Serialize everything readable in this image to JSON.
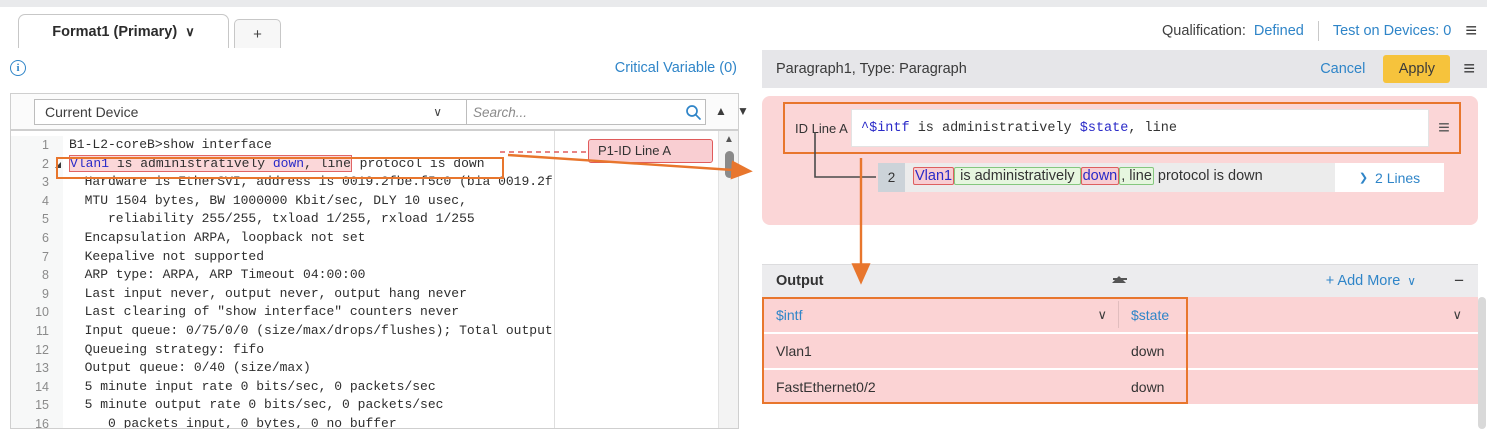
{
  "topbar": {
    "tabs": [
      {
        "label": "Format1 (Primary)"
      },
      {
        "label": "+"
      }
    ],
    "qualification_label": "Qualification:",
    "qualification_value": "Defined",
    "test_on_devices": "Test on Devices: 0"
  },
  "left": {
    "critical_variable": "Critical Variable (0)",
    "device_select_value": "Current Device",
    "search_placeholder": "Search...",
    "annotation_tag": "P1-ID Line A",
    "code": {
      "lines": [
        {
          "num": "1",
          "text": "B1-L2-coreB>show interface"
        },
        {
          "num": "2",
          "text": ""
        },
        {
          "num": "3",
          "text": "  Hardware is EtherSVI, address is 0019.2fbe.f5c0 (bia 0019.2f"
        },
        {
          "num": "4",
          "text": "  MTU 1504 bytes, BW 1000000 Kbit/sec, DLY 10 usec,"
        },
        {
          "num": "5",
          "text": "     reliability 255/255, txload 1/255, rxload 1/255"
        },
        {
          "num": "6",
          "text": "  Encapsulation ARPA, loopback not set"
        },
        {
          "num": "7",
          "text": "  Keepalive not supported"
        },
        {
          "num": "8",
          "text": "  ARP type: ARPA, ARP Timeout 04:00:00"
        },
        {
          "num": "9",
          "text": "  Last input never, output never, output hang never"
        },
        {
          "num": "10",
          "text": "  Last clearing of \"show interface\" counters never"
        },
        {
          "num": "11",
          "text": "  Input queue: 0/75/0/0 (size/max/drops/flushes); Total output"
        },
        {
          "num": "12",
          "text": "  Queueing strategy: fifo"
        },
        {
          "num": "13",
          "text": "  Output queue: 0/40 (size/max)"
        },
        {
          "num": "14",
          "text": "  5 minute input rate 0 bits/sec, 0 packets/sec"
        },
        {
          "num": "15",
          "text": "  5 minute output rate 0 bits/sec, 0 packets/sec"
        },
        {
          "num": "16",
          "text": "     0 packets input, 0 bytes, 0 no buffer"
        }
      ],
      "line2": {
        "intf": "Vlan1",
        "mid": " is administratively ",
        "state": "down",
        "tail": ", line",
        "rest": " protocol is down"
      }
    }
  },
  "rightPanel": {
    "header": {
      "title": "Paragraph1, Type: Paragraph",
      "cancel": "Cancel",
      "apply": "Apply"
    },
    "idLine": {
      "label": "ID Line A",
      "pattern": {
        "p1": "^$intf",
        "p2": " is administratively ",
        "p3": "$state",
        "p4": ", line"
      }
    },
    "match": {
      "line_no": "2",
      "intf": "Vlan1",
      "mid": " is administratively ",
      "state": "down",
      "tail": ", line",
      "rest": " protocol is down",
      "expand": "2 Lines"
    },
    "output": {
      "title": "Output",
      "add_more": "+ Add More",
      "columns": [
        "$intf",
        "$state"
      ],
      "rows": [
        [
          "Vlan1",
          "down"
        ],
        [
          "FastEthernet0/2",
          "down"
        ]
      ]
    }
  },
  "icons": {
    "chevron_down": "∨",
    "chevron_right": "❯",
    "triangle_up": "▲",
    "triangle_down": "▼",
    "hamburger": "≡",
    "minus": "−",
    "info": "i"
  },
  "colors": {
    "accent_orange": "#E8762D",
    "link_blue": "#2F85C8",
    "variable_blue": "#2A2AC8",
    "pink_panel": "#FBD6D7",
    "pink_row": "#FBD3D4",
    "highlight_green_bg": "#E6F6DF",
    "highlight_red_bg": "#F8CDD2",
    "apply_yellow": "#F6C33C"
  }
}
